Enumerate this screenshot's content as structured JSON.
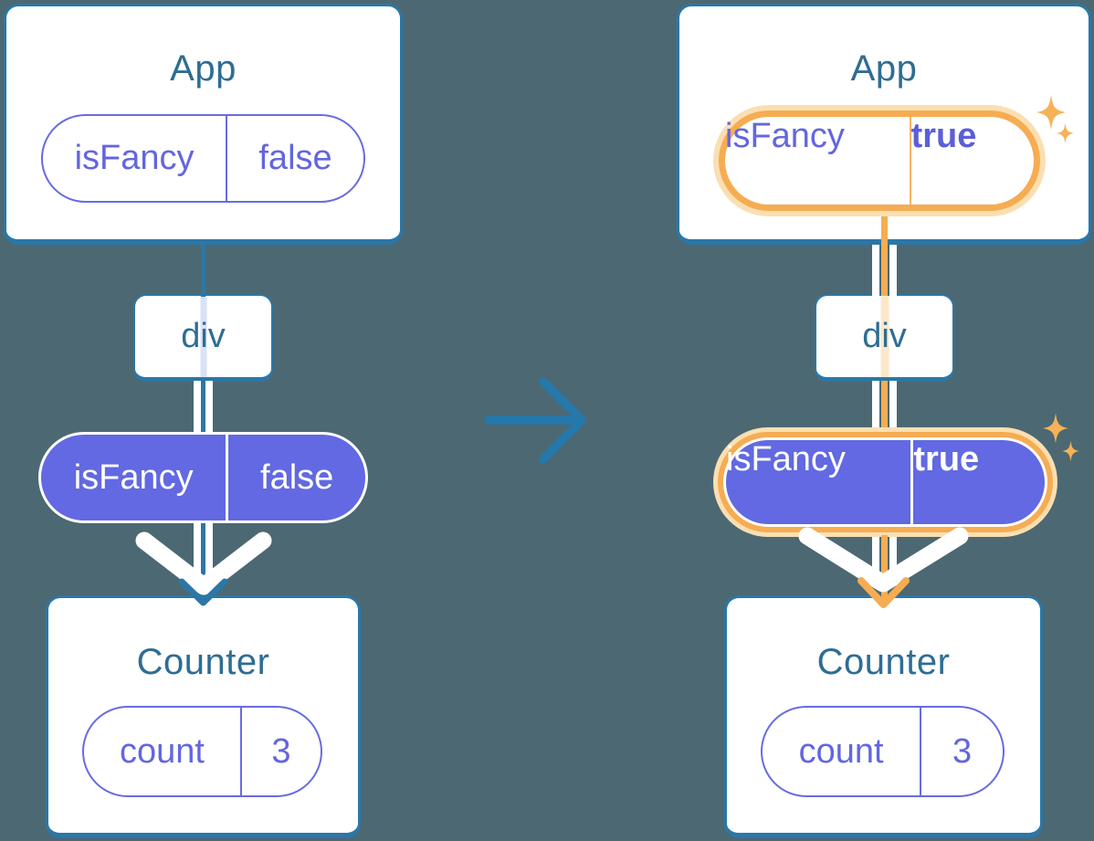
{
  "before": {
    "app": {
      "title": "App",
      "prop": {
        "name": "isFancy",
        "value": "false"
      }
    },
    "div": {
      "label": "div"
    },
    "passed_prop": {
      "name": "isFancy",
      "value": "false"
    },
    "counter": {
      "title": "Counter",
      "state": {
        "name": "count",
        "value": "3"
      }
    }
  },
  "after": {
    "app": {
      "title": "App",
      "prop": {
        "name": "isFancy",
        "value": "true"
      }
    },
    "div": {
      "label": "div"
    },
    "passed_prop": {
      "name": "isFancy",
      "value": "true"
    },
    "counter": {
      "title": "Counter",
      "state": {
        "name": "count",
        "value": "3"
      }
    }
  },
  "icons": {
    "sparkle": "✦",
    "transition_arrow": "→"
  },
  "colors": {
    "background": "#4c6872",
    "card_border": "#2b77a8",
    "title_text": "#2e6d94",
    "purple_fill": "#6269e2",
    "purple_text": "#6366df",
    "highlight_orange": "#f6ac52",
    "highlight_glow": "#fbdfb2",
    "faded_line_blue": "#d9e2f6",
    "faded_line_orange": "#fbe8cb"
  }
}
